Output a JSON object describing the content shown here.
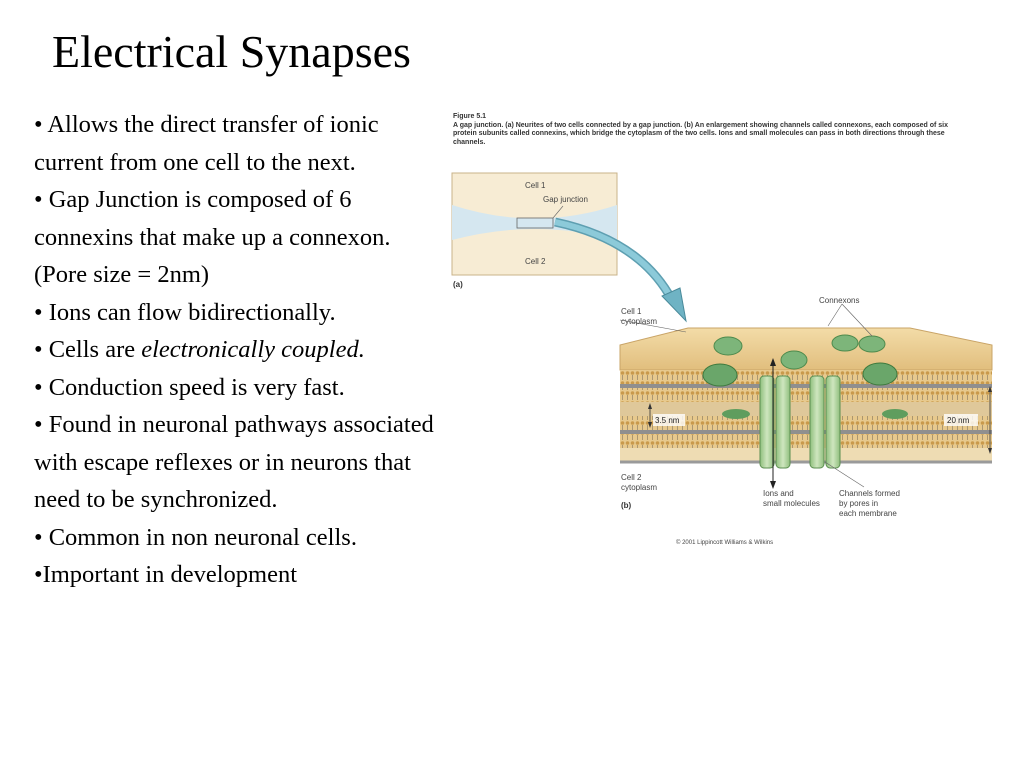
{
  "slide": {
    "title": "Electrical Synapses",
    "bullets": [
      "• Allows the direct transfer of ionic current from one cell to the next.",
      "• Gap Junction is composed of 6 connexins that make up a connexon. (Pore size = 2nm)",
      "• Ions can flow bidirectionally.",
      "• Conduction speed is very fast.",
      "• Found in neuronal pathways associated with escape reflexes or in neurons that need to be synchronized.",
      "• Common in non neuronal cells.",
      "•Important in development"
    ],
    "bullet_coupled": {
      "prefix": "• Cells are ",
      "italic": "electronically coupled."
    }
  },
  "figure": {
    "number": "Figure 5.1",
    "caption": "A gap junction. (a) Neurites of two cells connected by a gap junction. (b) An enlargement showing channels called connexons, each composed of six protein subunits called connexins, which bridge the cytoplasm of the two cells. Ions and small molecules can pass in both directions through these channels.",
    "panel_a": {
      "cell1": "Cell 1",
      "gap": "Gap junction",
      "cell2": "Cell 2",
      "tag": "(a)"
    },
    "panel_b": {
      "cell1": "Cell 1",
      "cell1b": "cytoplasm",
      "connexons": "Connexons",
      "dim_left": "3.5 nm",
      "dim_right": "20 nm",
      "cell2": "Cell 2",
      "cell2b": "cytoplasm",
      "ions1": "Ions and",
      "ions2": "small molecules",
      "chan1": "Channels formed",
      "chan2": "by pores in",
      "chan3": "each membrane",
      "tag": "(b)"
    },
    "copyright": "© 2001 Lippincott Williams & Wilkins",
    "colors": {
      "membrane": "#e8c88a",
      "connexon": "#6aa66a",
      "arrow": "#6fb3c4"
    }
  }
}
